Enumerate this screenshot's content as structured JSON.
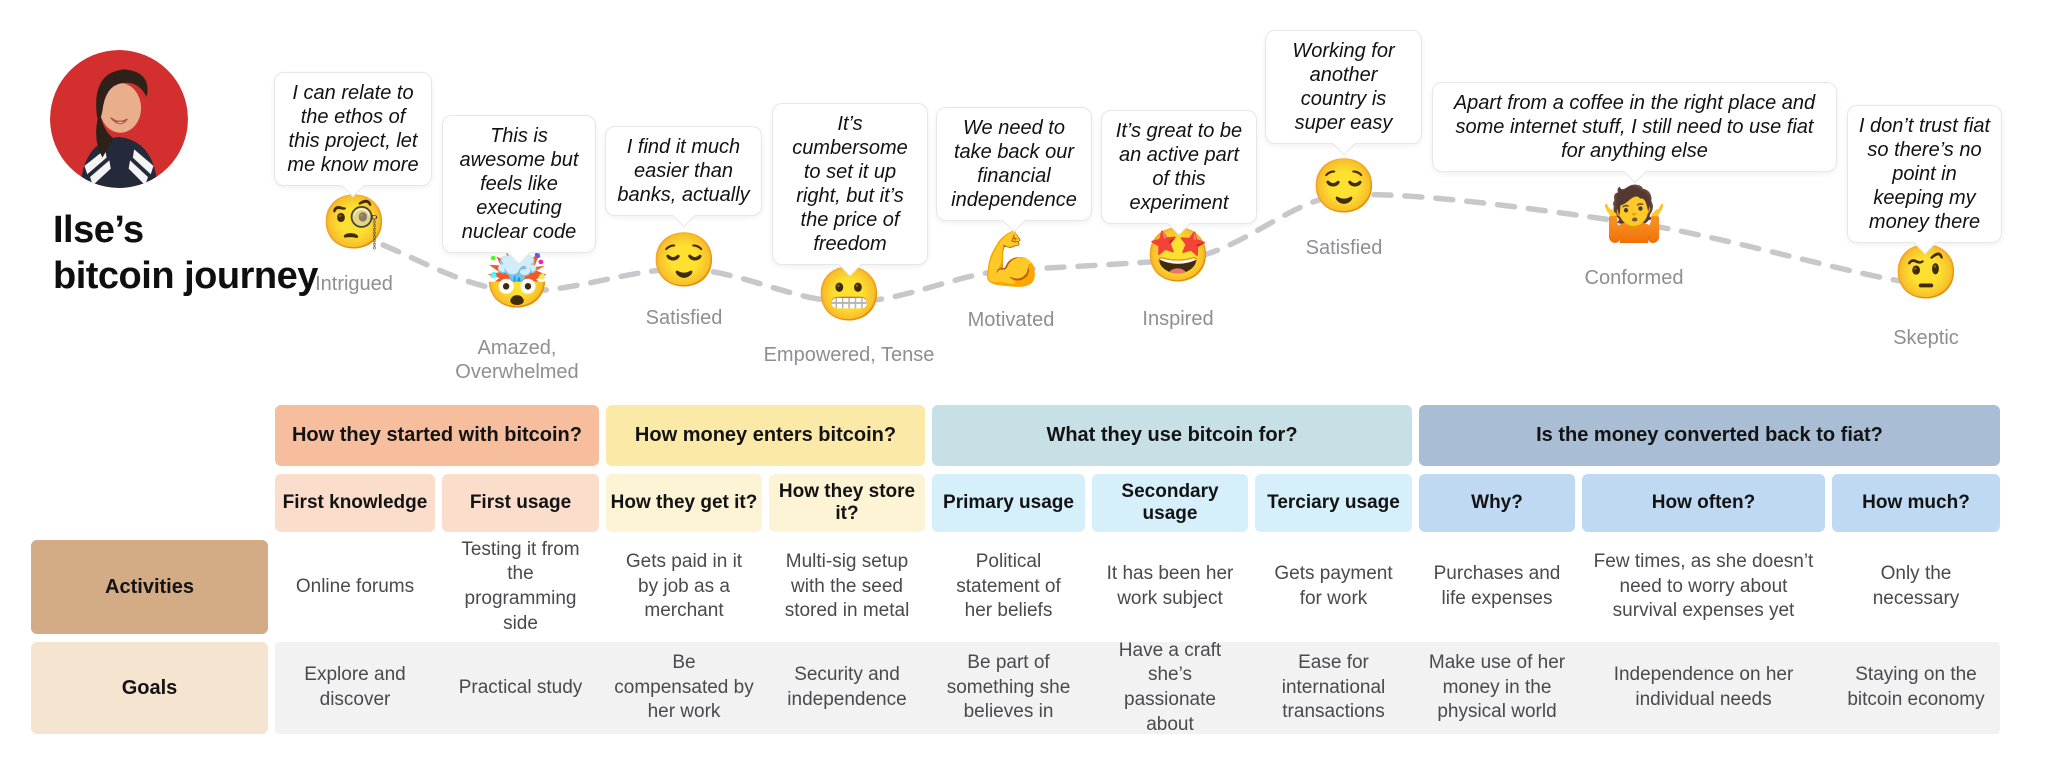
{
  "persona": {
    "name_line1": "Ilse’s",
    "name_line2": "bitcoin journey"
  },
  "journey": [
    {
      "emoji": "🧐",
      "emoji_name": "face-with-monocle",
      "emotion": "Intrigued",
      "quote": "I can relate to the ethos of this project, let me know more"
    },
    {
      "emoji": "🤯",
      "emoji_name": "exploding-head",
      "emotion": "Amazed, Overwhelmed",
      "quote": "This is awesome but feels like executing nuclear code"
    },
    {
      "emoji": "😌",
      "emoji_name": "relieved-face",
      "emotion": "Satisfied",
      "quote": "I find it much easier than banks, actually"
    },
    {
      "emoji": "😬",
      "emoji_name": "grimacing-face",
      "emotion": "Empowered, Tense",
      "quote": "It’s cumbersome to set it up right, but it’s the price of freedom"
    },
    {
      "emoji": "💪",
      "emoji_name": "flexed-biceps",
      "emotion": "Motivated",
      "quote": "We need to take back our financial independence"
    },
    {
      "emoji": "🤩",
      "emoji_name": "star-struck-face",
      "emotion": "Inspired",
      "quote": "It’s great to be an active part of this experiment"
    },
    {
      "emoji": "😌",
      "emoji_name": "relieved-face",
      "emotion": "Satisfied",
      "quote": "Working for another country is super easy"
    },
    {
      "emoji": "🤷",
      "emoji_name": "person-shrugging",
      "emotion": "Conformed",
      "quote": "Apart from a coffee in the right place and some internet stuff, I still need to use fiat for anything else"
    },
    {
      "emoji": "🤨",
      "emoji_name": "face-with-raised-eyebrow",
      "emotion": "Skeptic",
      "quote": "I don’t trust fiat so there’s no point in keeping my money there"
    }
  ],
  "stages": [
    {
      "title": "How they started with bitcoin?",
      "color": "#f6be9d",
      "sub_color": "#fadecb",
      "subs": [
        "First knowledge",
        "First usage"
      ]
    },
    {
      "title": "How money enters bitcoin?",
      "color": "#fae9a7",
      "sub_color": "#fcf4d4",
      "subs": [
        "How they get it?",
        "How they store it?"
      ]
    },
    {
      "title": "What they use bitcoin for?",
      "color": "#c7e0e6",
      "sub_color": "#d5f0fa",
      "subs": [
        "Primary usage",
        "Secondary usage",
        "Terciary usage"
      ]
    },
    {
      "title": "Is the money converted back to fiat?",
      "color": "#a9bed5",
      "sub_color": "#bfd9f2",
      "subs": [
        "Why?",
        "How often?",
        "How much?"
      ]
    }
  ],
  "table": {
    "activities": {
      "label": "Activities",
      "cells": [
        "Online forums",
        "Testing it from the programming side",
        "Gets paid in it by job as a merchant",
        "Multi-sig setup with the seed stored in metal",
        "Political statement of her beliefs",
        "It has been her work subject",
        "Gets payment for work",
        "Purchases and life expenses",
        "Few times, as she doesn’t need to worry about survival expenses yet",
        "Only the necessary"
      ]
    },
    "goals": {
      "label": "Goals",
      "cells": [
        "Explore and discover",
        "Practical study",
        "Be compensated by her work",
        "Security and independence",
        "Be part of something she believes in",
        "Have a craft she’s passionate about",
        "Ease for international transactions",
        "Make use of her money in the physical world",
        "Independence on her individual needs",
        "Staying on the bitcoin economy"
      ]
    }
  },
  "colors": {
    "activities_label_bg": "#d3ac85",
    "goals_label_bg": "#f5e4d0",
    "goals_band_bg": "#f2f2f3",
    "curve": "#c8c8ca",
    "emotion_text": "#8e8e93",
    "avatar_bg": "#d32f2f"
  }
}
